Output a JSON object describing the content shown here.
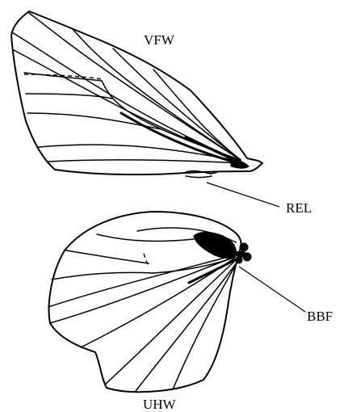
{
  "figure": {
    "labels": {
      "vfw": "VFW",
      "rel": "REL",
      "bbf": "BBF",
      "uhw": "UHW"
    }
  }
}
